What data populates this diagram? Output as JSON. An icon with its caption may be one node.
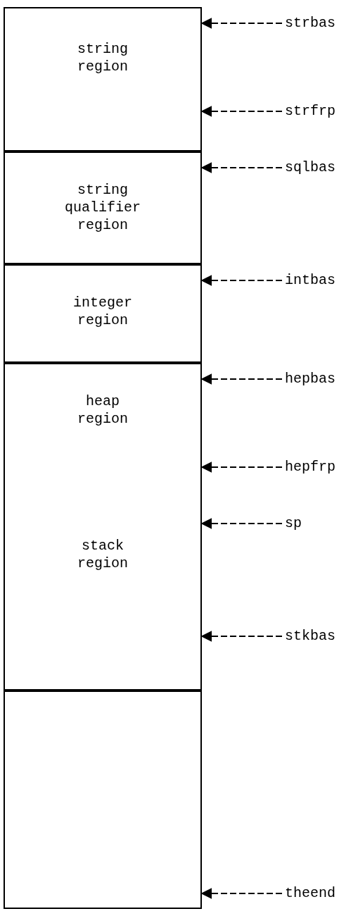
{
  "diagram": {
    "nodes": [
      {
        "text": [
          "string region"
        ]
      },
      {
        "text": [
          "strbas"
        ]
      },
      {
        "text": [
          "strfrp"
        ]
      },
      {
        "text": [
          "string qualifier region"
        ]
      },
      {
        "text": [
          "sqlbas"
        ]
      },
      {
        "text": [
          "integer region"
        ]
      },
      {
        "text": [
          "intbas"
        ]
      },
      {
        "text": [
          "heap region",
          "stack region"
        ]
      },
      {
        "text": [
          "hepbas"
        ]
      },
      {
        "text": [
          "hepfrp"
        ]
      },
      {
        "text": [
          "sp"
        ]
      },
      {
        "text": [
          "stkbas"
        ]
      },
      {
        "text": [],
        "shape": "box"
      },
      {
        "text": [
          "theend"
        ]
      }
    ],
    "edges": [
      {
        "from": 1,
        "to": 0,
        "arrow": "to"
      },
      {
        "from": 2,
        "to": 0,
        "arrow": "to"
      },
      {
        "from": 4,
        "to": 3,
        "arrow": "to"
      },
      {
        "from": 6,
        "to": 5,
        "arrow": "to"
      },
      {
        "from": 8,
        "to": 7,
        "arrow": "to"
      },
      {
        "from": 9,
        "to": 7,
        "arrow": "to"
      },
      {
        "from": 10,
        "to": 7,
        "arrow": "to"
      },
      {
        "from": 11,
        "to": 7,
        "arrow": "to"
      },
      {
        "from": 13,
        "to": 12,
        "arrow": "to"
      }
    ]
  }
}
